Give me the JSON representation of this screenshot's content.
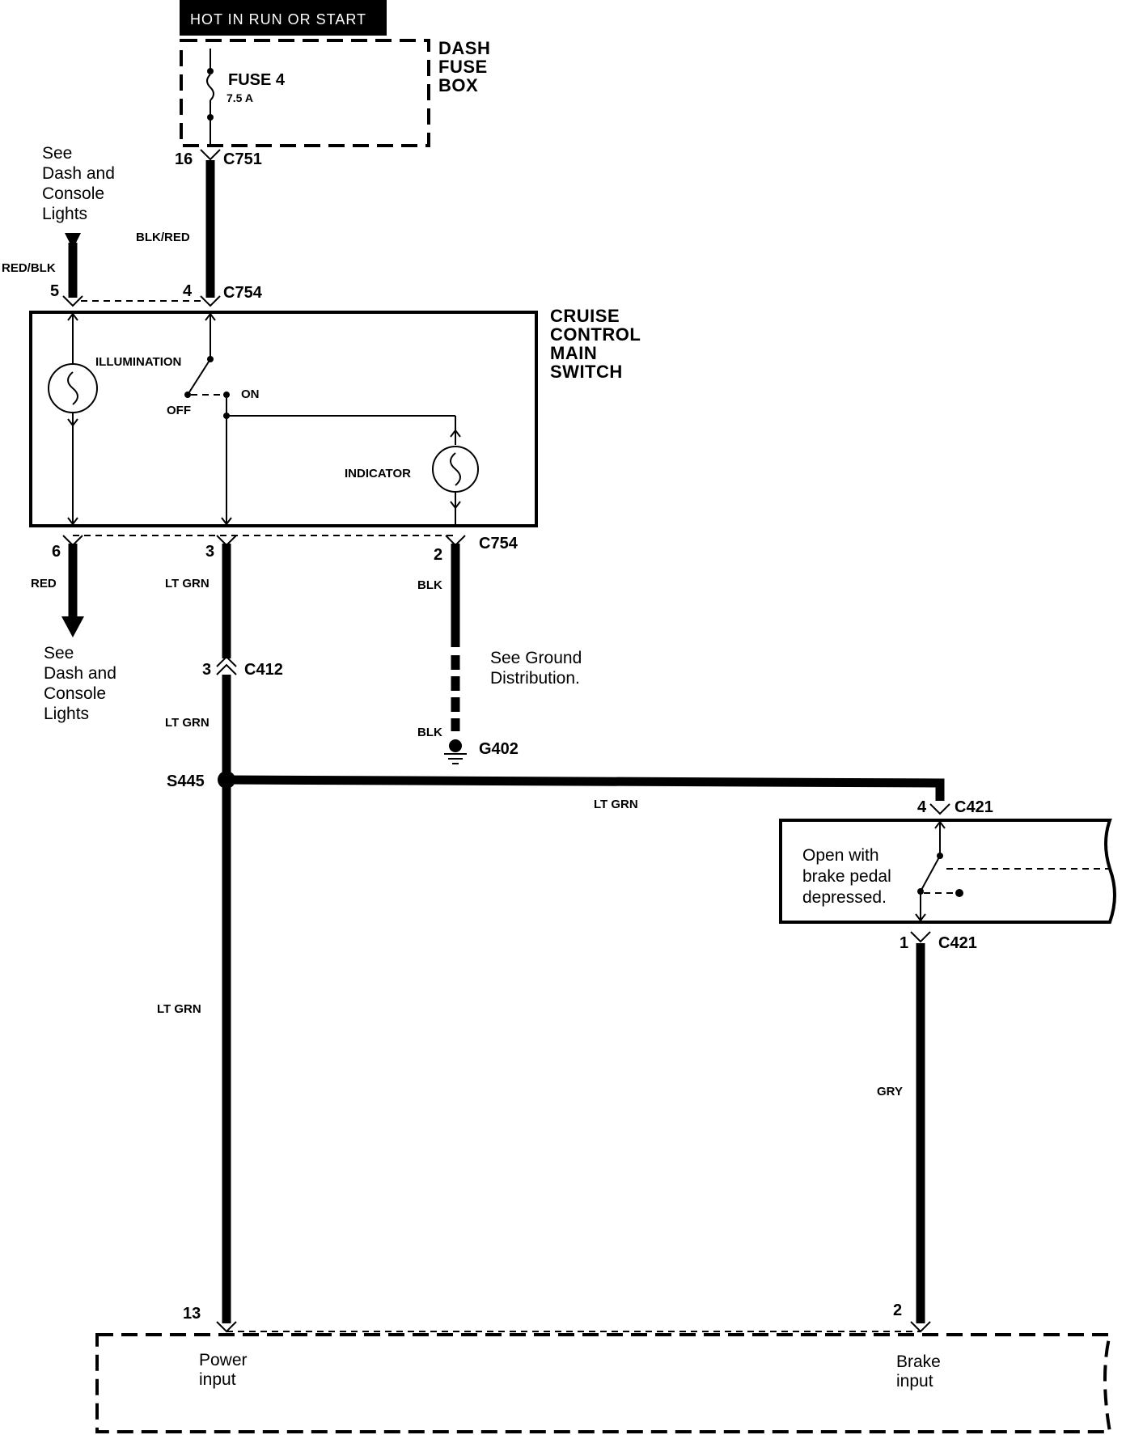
{
  "power_banner": "HOT IN  RUN OR  START",
  "fuse_box": {
    "title_lines": [
      "DASH",
      "FUSE",
      "BOX"
    ],
    "fuse_name": "FUSE 4",
    "fuse_rating": "7.5 A"
  },
  "connectors": {
    "c751": "C751",
    "c754_top": "C754",
    "c754_bottom": "C754",
    "c412": "C412",
    "c421_top": "C421",
    "c421_bottom": "C421",
    "g402": "G402",
    "s445": "S445"
  },
  "pins": {
    "p16": "16",
    "p4_top": "4",
    "p5": "5",
    "p6": "6",
    "p3": "3",
    "p2": "2",
    "p3_c412": "3",
    "p4_c421": "4",
    "p1_c421": "1",
    "p13": "13",
    "p2_bottom": "2"
  },
  "wires": {
    "blk_red": "BLK/RED",
    "red_blk": "RED/BLK",
    "red": "RED",
    "lt_grn_1": "LT GRN",
    "lt_grn_2": "LT GRN",
    "lt_grn_3": "LT GRN",
    "lt_grn_4": "LT GRN",
    "blk_1": "BLK",
    "blk_2": "BLK",
    "gry": "GRY"
  },
  "main_switch": {
    "title_lines": [
      "CRUISE",
      "CONTROL",
      "MAIN",
      "SWITCH"
    ],
    "illumination": "ILLUMINATION",
    "off": "OFF",
    "on": "ON",
    "indicator": "INDICATOR"
  },
  "notes": {
    "see_dash_top": [
      "See",
      "Dash and",
      "Console",
      "Lights"
    ],
    "see_dash_bottom": [
      "See",
      "Dash and",
      "Console",
      "Lights"
    ],
    "see_ground": [
      "See Ground",
      "Distribution."
    ],
    "brake_switch": [
      "Open with",
      "brake pedal",
      "depressed."
    ]
  },
  "control_unit": {
    "power_input": [
      "Power",
      "input"
    ],
    "brake_input": [
      "Brake",
      "input"
    ]
  }
}
